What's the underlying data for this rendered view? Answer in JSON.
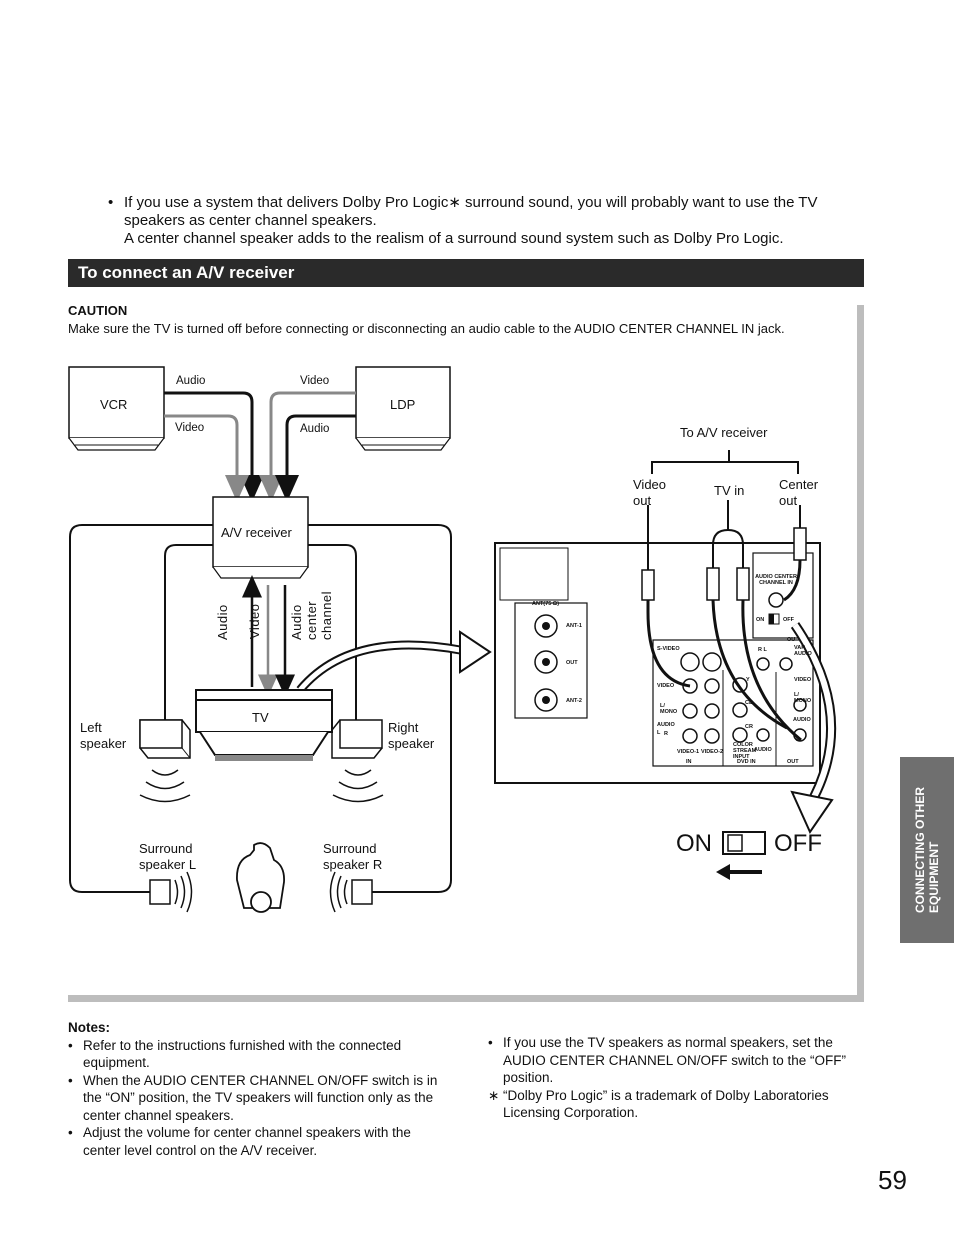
{
  "intro": {
    "bullet": "•",
    "line1": "If you use a system that delivers Dolby Pro Logic∗ surround sound, you will probably want to use the TV speakers as center channel speakers.",
    "line2": "A center channel speaker adds to the realism of a surround sound system such as Dolby Pro Logic."
  },
  "section_title": "To connect an A/V receiver",
  "caution": {
    "title": "CAUTION",
    "text": "Make sure the TV is turned off before connecting or disconnecting an audio cable to the AUDIO CENTER CHANNEL IN jack."
  },
  "diagram": {
    "vcr": "VCR",
    "ldp": "LDP",
    "vcr_audio": "Audio",
    "vcr_video": "Video",
    "ldp_video": "Video",
    "ldp_audio": "Audio",
    "av_receiver": "A/V receiver",
    "v_audio": "Audio",
    "v_video": "Video",
    "v_center1": "Audio",
    "v_center2": "center",
    "v_center3": "channel",
    "tv": "TV",
    "left_speaker": [
      "Left",
      "speaker"
    ],
    "right_speaker": [
      "Right",
      "speaker"
    ],
    "surround_l": [
      "Surround",
      "speaker L"
    ],
    "surround_r": [
      "Surround",
      "speaker R"
    ],
    "to_av": "To A/V receiver",
    "video_out": [
      "Video",
      "out"
    ],
    "tv_in": "TV in",
    "center_out": [
      "Center",
      "out"
    ],
    "panel": {
      "audio_center": [
        "AUDIO CENTER",
        "CHANNEL IN"
      ],
      "on": "ON",
      "off": "OFF",
      "ant_75": "ANT(75 Ω)",
      "ant1": "ANT-1",
      "out": "OUT",
      "ant2": "ANT-2",
      "svideo": "S-VIDEO",
      "video": "VIDEO",
      "l_mono": [
        "L/",
        "MONO"
      ],
      "audio": "AUDIO",
      "l": "L",
      "r": "R",
      "video1": "VIDEO-1",
      "video2": "VIDEO-2",
      "in": "IN",
      "dvd_in": "DVD  IN",
      "out2": "OUT",
      "y": "Y",
      "cb": "CB",
      "cr": "CR",
      "color_stream": [
        "COLOR",
        "STREAM",
        "INPUT"
      ],
      "audio2": "AUDIO",
      "video_r": "VIDEO",
      "l_mono_r": [
        "L/",
        "MONO"
      ],
      "audio_r": "AUDIO",
      "r2": "R",
      "ou": "OU",
      "rl": "R    L",
      "var_audio": [
        "VAR",
        "AUDIO"
      ]
    },
    "switch_on": "ON",
    "switch_off": "OFF"
  },
  "side_tab": [
    "CONNECTING OTHER",
    "EQUIPMENT"
  ],
  "notes": {
    "title": "Notes:",
    "items": [
      "Refer to the instructions furnished with the connected equipment.",
      "When the AUDIO CENTER CHANNEL ON/OFF switch is in the “ON” position, the TV speakers will function only as the center channel speakers.",
      "Adjust the volume for center channel speakers with the center level control on the A/V receiver."
    ],
    "right_item": "If you use the TV speakers as normal speakers, set the AUDIO CENTER CHANNEL ON/OFF switch to the “OFF” position.",
    "trademark": "“Dolby Pro Logic” is a trademark of Dolby Laboratories Licensing Corporation."
  },
  "page_number": "59"
}
